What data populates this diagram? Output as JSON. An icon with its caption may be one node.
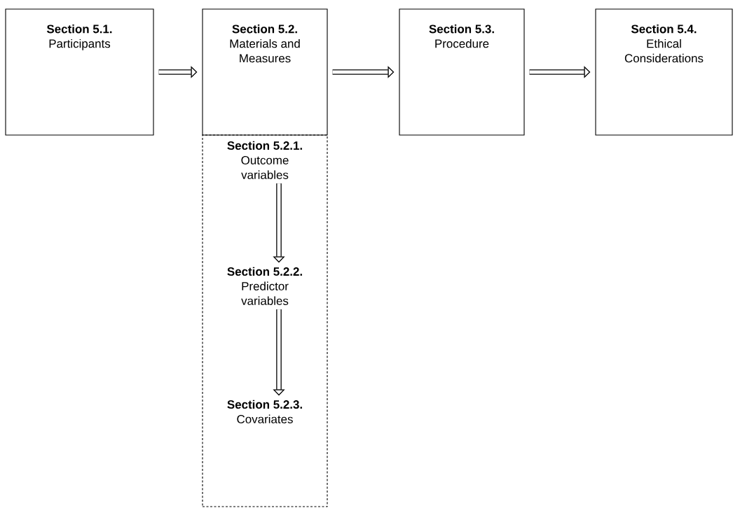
{
  "diagram": {
    "nodes": [
      {
        "text": [
          "Section 5.1.",
          "Participants"
        ]
      },
      {
        "text": [
          "Section 5.2.",
          "Materials and Measures"
        ]
      },
      {
        "text": [
          "Section 5.3.",
          "Procedure"
        ]
      },
      {
        "text": [
          "Section 5.4.",
          "Ethical Considerations"
        ]
      },
      {
        "text": [],
        "shape": "box"
      },
      {
        "text": [
          "Section 5.2.1.",
          "Outcome variables"
        ],
        "in": 4
      },
      {
        "text": [
          "Section 5.2.2.",
          "Predictor variables"
        ],
        "in": 4
      },
      {
        "text": [
          "Section 5.2.3.",
          "Covariates"
        ],
        "in": 4
      }
    ],
    "edges": [
      {
        "from": 0,
        "to": 1,
        "arrow": "to"
      },
      {
        "from": 1,
        "to": 2,
        "arrow": "to"
      },
      {
        "from": 2,
        "to": 3,
        "arrow": "to"
      },
      {
        "from": 5,
        "to": 6,
        "arrow": "to"
      },
      {
        "from": 6,
        "to": 7,
        "arrow": "to"
      }
    ]
  }
}
